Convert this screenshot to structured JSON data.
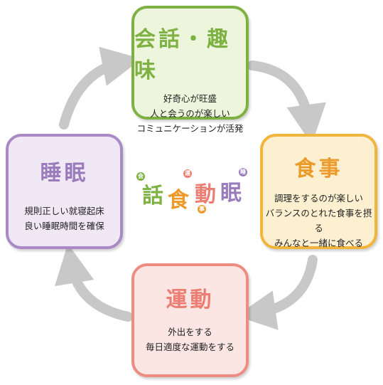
{
  "cards": {
    "top": {
      "title": "会話・趣味",
      "lines": [
        "好奇心が旺盛",
        "人と会うのが楽しい",
        "コミュニケーションが活発"
      ],
      "color": "#7db242"
    },
    "right": {
      "title": "食事",
      "lines": [
        "調理をするのが楽しい",
        "バランスのとれた食事を摂る",
        "みんなと一緒に食べる"
      ],
      "color": "#ec9a2a"
    },
    "bottom": {
      "title": "運動",
      "lines": [
        "外出をする",
        "毎日適度な運動をする"
      ],
      "color": "#ec7d73"
    },
    "left": {
      "title": "睡眠",
      "lines": [
        "規則正しい就寝起床",
        "良い睡眠時間を確保"
      ],
      "color": "#9a7cbc"
    }
  },
  "logo": {
    "chars": [
      "話",
      "食",
      "動",
      "眠"
    ],
    "badges": [
      "会",
      "運",
      "事",
      "睡"
    ],
    "colors": {
      "話": "#7db242",
      "食": "#ec9a2a",
      "動": "#ec7d73",
      "眠": "#9a7cbc"
    }
  },
  "arrow_color": "#c8c8c8"
}
